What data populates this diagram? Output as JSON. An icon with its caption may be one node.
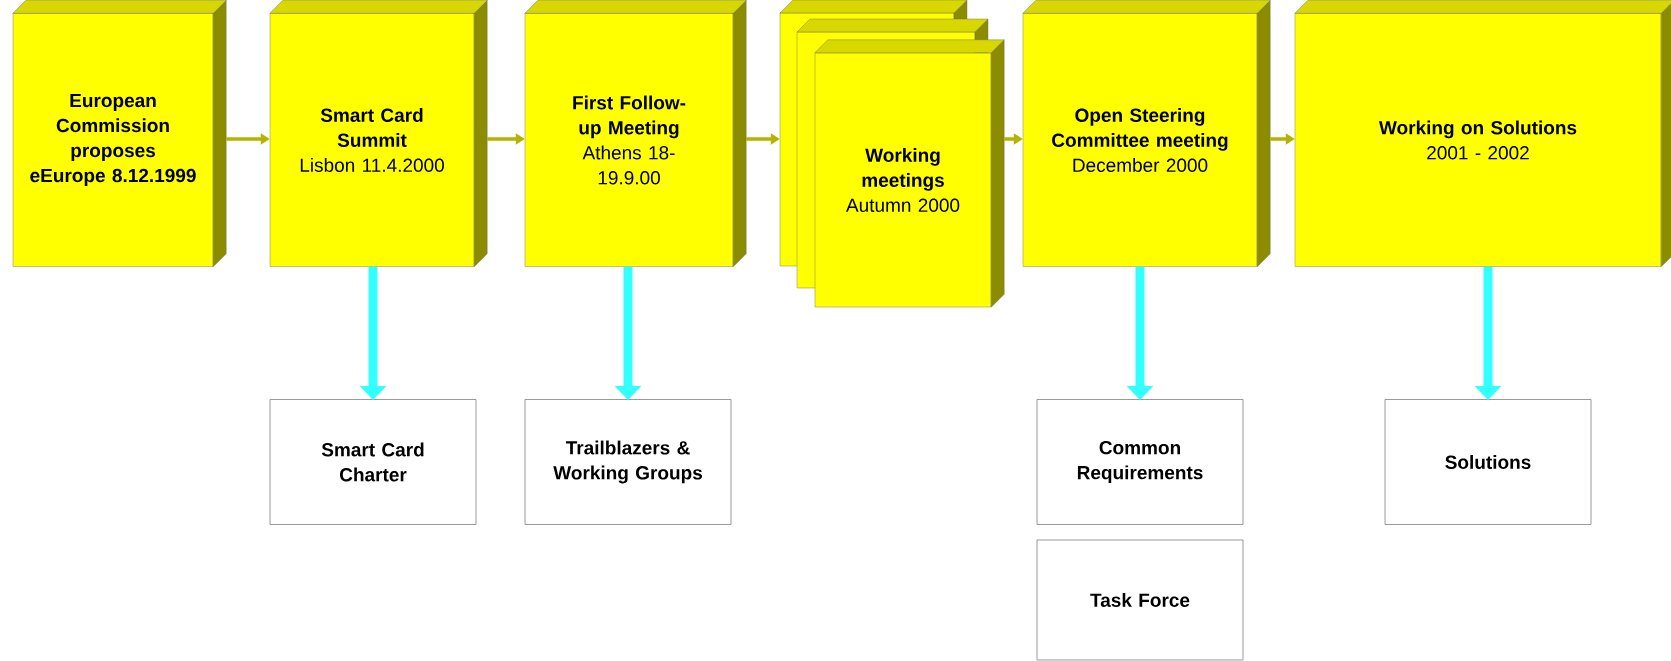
{
  "diagram": {
    "nodes": [
      {
        "text": [
          "European Commission proposes eEurope 8.12.1999"
        ]
      },
      {
        "text": [
          "Smart Card Summit",
          "Lisbon 11.4.2000"
        ]
      },
      {
        "text": [
          "First Follow-up Meeting",
          "Athens 18-19.9.00"
        ]
      },
      {
        "text": [
          "Working meetings",
          "Autumn 2000"
        ]
      },
      {
        "text": [
          "Open Steering Committee meeting",
          "December 2000"
        ]
      },
      {
        "text": [
          "Working on Solutions",
          "2001 - 2002"
        ]
      },
      {
        "text": [
          "Smart Card Charter"
        ]
      },
      {
        "text": [
          "Trailblazers & Working Groups"
        ]
      },
      {
        "text": [
          "Common Requirements"
        ]
      },
      {
        "text": [
          "Task Force"
        ]
      },
      {
        "text": [
          "Solutions"
        ]
      }
    ],
    "edges": [
      {
        "from": 0,
        "to": 1,
        "arrow": "to"
      },
      {
        "from": 1,
        "to": 2,
        "arrow": "to"
      },
      {
        "from": 2,
        "to": 3,
        "arrow": "to"
      },
      {
        "from": 3,
        "to": 4,
        "arrow": "to"
      },
      {
        "from": 4,
        "to": 5,
        "arrow": "to"
      },
      {
        "from": 1,
        "to": 6,
        "arrow": "to",
        "style": "thick",
        "color": "#33ffff"
      },
      {
        "from": 2,
        "to": 7,
        "arrow": "to",
        "style": "thick",
        "color": "#33ffff"
      },
      {
        "from": 4,
        "to": 8,
        "arrow": "to",
        "style": "thick",
        "color": "#33ffff"
      },
      {
        "from": 5,
        "to": 10,
        "arrow": "to",
        "style": "thick",
        "color": "#33ffff"
      }
    ]
  }
}
